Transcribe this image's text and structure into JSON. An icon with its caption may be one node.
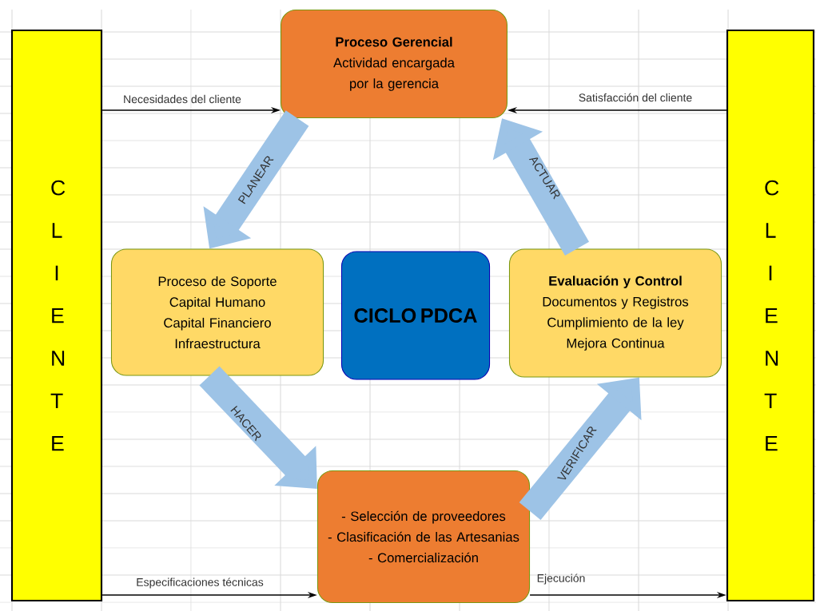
{
  "diagram": {
    "nodes": [
      {
        "text": [
          "C L I E N T E"
        ]
      },
      {
        "text": [
          "Proceso Gerencial",
          "Actividad encargada por la gerencia"
        ]
      },
      {
        "text": [
          "Proceso de Soporte",
          "Capital Humano",
          "Capital Financiero",
          "Infraestructura"
        ]
      },
      {
        "text": [
          "CICLO PDCA"
        ]
      },
      {
        "text": [
          "Evaluación y Control",
          "Documentos y Registros",
          "Cumplimiento de la ley",
          "Mejora Continua"
        ]
      },
      {
        "text": [
          "- Selección de proveedores",
          "- Clasificación de las Artesanias",
          "- Comercialización"
        ]
      },
      {
        "text": [
          "C L I E N T E"
        ]
      }
    ],
    "edges": [
      {
        "from": 0,
        "to": 1,
        "arrow": "to",
        "label": "Necesidades del cliente"
      },
      {
        "from": 6,
        "to": 1,
        "arrow": "to",
        "label": "Satisfacción del cliente"
      },
      {
        "from": 1,
        "to": 2,
        "arrow": "to",
        "label": "PLANEAR",
        "style": "thick",
        "color": "#9dc3e6"
      },
      {
        "from": 2,
        "to": 5,
        "arrow": "to",
        "label": "HACER",
        "style": "thick",
        "color": "#9dc3e6"
      },
      {
        "from": 5,
        "to": 4,
        "arrow": "to",
        "label": "VERIFICAR",
        "style": "thick",
        "color": "#9dc3e6"
      },
      {
        "from": 4,
        "to": 1,
        "arrow": "to",
        "label": "ACTUAR",
        "style": "thick",
        "color": "#9dc3e6"
      },
      {
        "from": 0,
        "to": 5,
        "arrow": "to",
        "label": "Especificaciones técnicas"
      },
      {
        "from": 5,
        "to": 6,
        "arrow": "to",
        "label": "Ejecución"
      }
    ]
  }
}
